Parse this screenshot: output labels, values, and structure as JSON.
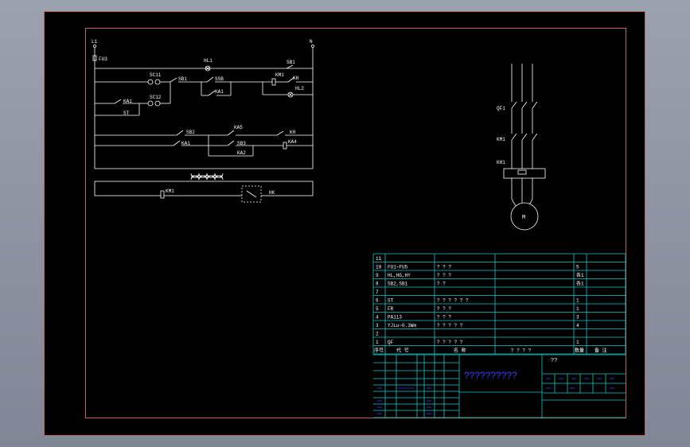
{
  "colors": {
    "background": "#8e96a4",
    "sheet": "#000000",
    "border": "#c46060",
    "wire": "#ffffff",
    "table": "#19c7c7",
    "title_text": "#3b3bff"
  },
  "circuit": {
    "l1_label": "L1",
    "n_label": "N",
    "fu_label": "FU3",
    "hl1_label": "HL1",
    "sb1_label": "SB1",
    "sc11_label": "SC11",
    "sb1b_label": "SB1",
    "ssb_label": "SSB",
    "ka1_label": "KA1",
    "km_label": "KM1",
    "kh_label": "KH",
    "hl2_label": "HL2",
    "ka1b_label": "KA1",
    "sc12_label": "SC12",
    "st_label": "ST",
    "sb2_label": "SB2",
    "ka5_label": "KA5",
    "kh2_label": "KH",
    "ka1c_label": "KA1",
    "sb3_label": "SB3",
    "ka2_label": "KA2",
    "ka4_label": "KA4",
    "km_bottom_label": "KM1",
    "hk_label": "HK"
  },
  "motor": {
    "qf_label": "QF1",
    "km_label": "KM1",
    "kh_label": "KH1",
    "m_label": "M"
  },
  "parts_table": {
    "rows": [
      {
        "no": "11",
        "code": "",
        "name": "",
        "qty": ""
      },
      {
        "no": "10",
        "code": "FU1~FU5",
        "name": "? ? ?",
        "qty": "5"
      },
      {
        "no": "9",
        "code": "HL,HG,HY",
        "name": "? ? ?",
        "qty": "各1"
      },
      {
        "no": "8",
        "code": "SB2,SB1",
        "name": "? ?",
        "qty": "各1"
      },
      {
        "no": "7",
        "code": "",
        "name": "",
        "qty": ""
      },
      {
        "no": "6",
        "code": "ST",
        "name": "? ? ? ? ? ?",
        "qty": "1"
      },
      {
        "no": "5",
        "code": "FR",
        "name": "? ? ?",
        "qty": "1"
      },
      {
        "no": "4",
        "code": "PA113",
        "name": "? ? ?",
        "qty": "3"
      },
      {
        "no": "3",
        "code": "YJLu~0.3Wm",
        "name": "? ? ? ? ?",
        "qty": "4"
      },
      {
        "no": "2",
        "code": "",
        "name": "",
        "qty": ""
      },
      {
        "no": "1",
        "code": "QF",
        "name": "? ? ? ? ?",
        "qty": "1"
      }
    ],
    "header": {
      "no": "序号",
      "code": "代 号",
      "name": "名 称",
      "spec": "? ? ? ?",
      "qty": "数量",
      "note": "备 注"
    }
  },
  "title_block": {
    "drawing_title": "??????????",
    "corner_text": "??"
  }
}
